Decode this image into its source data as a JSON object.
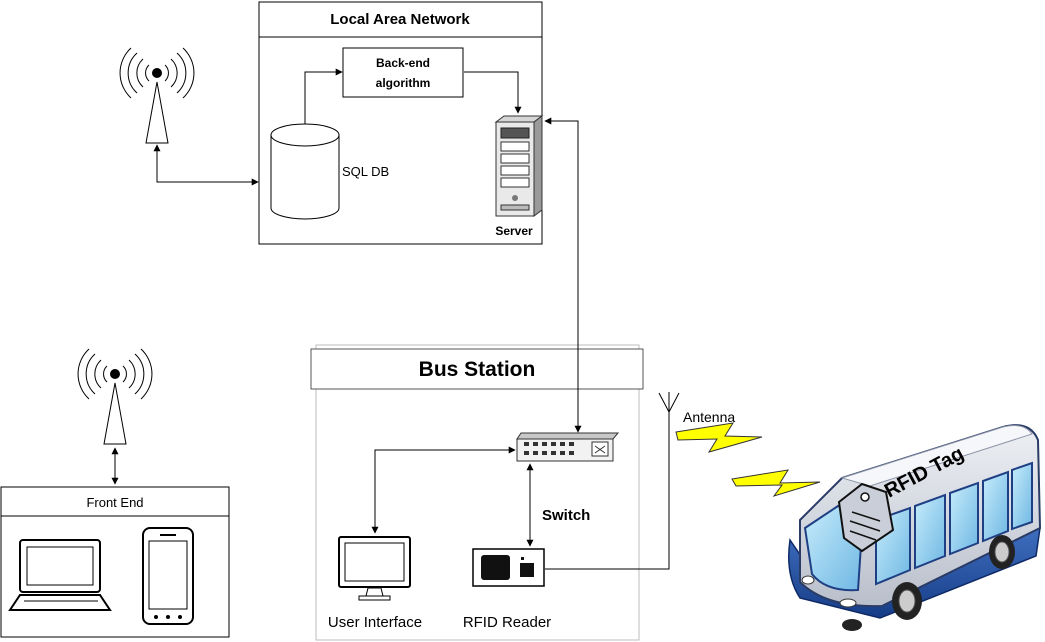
{
  "labels": {
    "lan_title": "Local Area Network",
    "backend_line1": "Back-end",
    "backend_line2": "algorithm",
    "sql_db": "SQL DB",
    "server": "Server",
    "bus_station_title": "Bus Station",
    "switch": "Switch",
    "antenna": "Antenna",
    "front_end": "Front End",
    "user_interface": "User Interface",
    "rfid_reader": "RFID Reader",
    "rfid_tag": "RFID Tag"
  },
  "colors": {
    "lightning": "#ffff00",
    "bus_blue": "#1f4fa0",
    "bus_body": "#d0d5de",
    "window": "#9fd6f2"
  }
}
